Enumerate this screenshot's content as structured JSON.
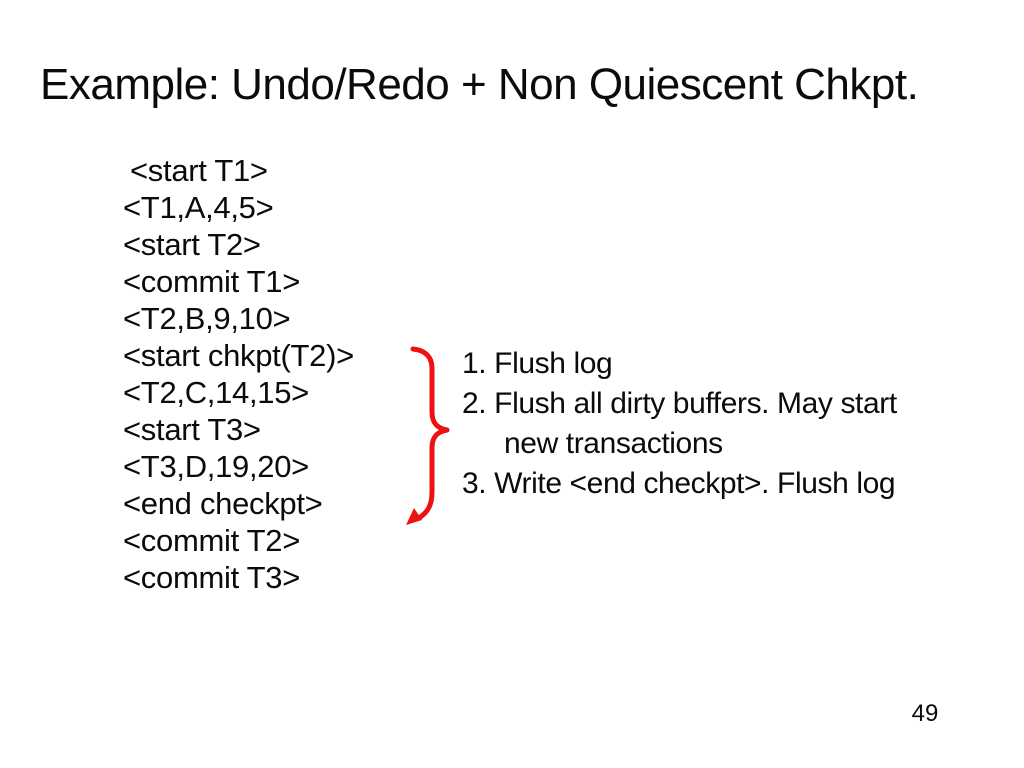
{
  "slide": {
    "title": "Example: Undo/Redo + Non Quiescent Chkpt.",
    "page_number": "49",
    "log": {
      "lines": [
        "<start T1>",
        "<T1,A,4,5>",
        "<start T2>",
        "<commit T1>",
        "<T2,B,9,10>",
        "<start chkpt(T2)>",
        "<T2,C,14,15>",
        "<start T3>",
        "<T3,D,19,20>",
        "<end checkpt>",
        "<commit T2>",
        "<commit T3>"
      ]
    },
    "steps": {
      "items": [
        "1. Flush log",
        "2. Flush all dirty buffers. May start",
        "new transactions",
        "3. Write <end checkpt>. Flush log"
      ]
    },
    "brace": {
      "color": "#ee1111"
    }
  }
}
